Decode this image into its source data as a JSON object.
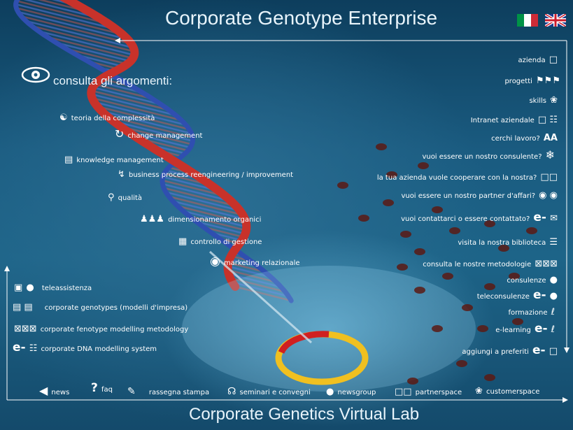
{
  "header": {
    "title": "Corporate Genotype Enterprise"
  },
  "footer": {
    "title": "Corporate Genetics Virtual Lab"
  },
  "topics": {
    "heading": "consulta gli argomenti:",
    "items": [
      "teoria della complessità",
      "change management",
      "knowledge management",
      "business process reengineering / improvement",
      "qualità",
      "dimensionamento organici",
      "controllo di gestione",
      "marketing relazionale"
    ]
  },
  "right_menu": [
    "azienda",
    "progetti",
    "skills",
    "Intranet aziendale",
    "cerchi lavoro?",
    "vuoi essere un nostro consulente?",
    "la tua azienda vuole cooperare con la nostra?",
    "vuoi essere un nostro partner d'affari?",
    "vuoi contattarci o essere contattato?",
    "visita la nostra biblioteca",
    "consulta  le nostre metodologie",
    "consulenze",
    "teleconsulenze",
    "formazione",
    "e-learning",
    "aggiungi a preferiti"
  ],
  "left_menu": [
    "teleassistenza",
    "corporate genotypes (modelli d'impresa)",
    "corporate fenotype modelling metodology",
    "corporate DNA modelling system"
  ],
  "bottom_nav": [
    "news",
    "faq",
    "rassegna stampa",
    "seminari e convegni",
    "newsgroup",
    "partnerspace",
    "customerspace"
  ],
  "glyphs": {
    "e": "e-",
    "aa": "AA",
    "question": "?"
  },
  "colors": {
    "background": "#1a5b80",
    "text": "#ffffff",
    "dna_red": "#c8322a",
    "dna_blue": "#2f4fb0",
    "ring_gold": "#f0c020",
    "ring_red": "#d02020",
    "flag_it_green": "#009246",
    "flag_it_red": "#ce2b37"
  }
}
